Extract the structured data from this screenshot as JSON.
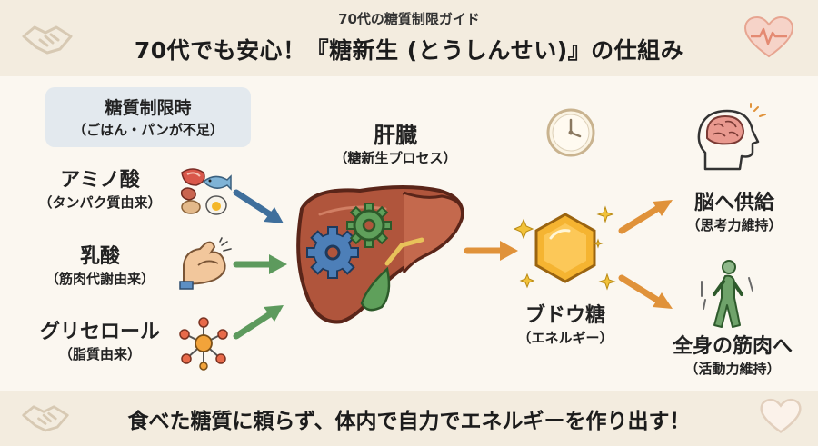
{
  "header": {
    "subtitle": "70代の糖質制限ガイド",
    "title": "70代でも安心！『糖新生 (とうしんせい)』の仕組み"
  },
  "condition": {
    "title": "糖質制限時",
    "detail": "（ごはん・パンが不足）"
  },
  "sources": [
    {
      "name": "アミノ酸",
      "origin": "（タンパク質由来）"
    },
    {
      "name": "乳酸",
      "origin": "（筋肉代謝由来）"
    },
    {
      "name": "グリセロール",
      "origin": "（脂質由来）"
    }
  ],
  "liver": {
    "name": "肝臓",
    "process": "（糖新生プロセス）"
  },
  "glucose": {
    "name": "ブドウ糖",
    "role": "（エネルギー）"
  },
  "targets": [
    {
      "name": "脳へ供給",
      "role": "（思考力維持）"
    },
    {
      "name": "全身の筋肉へ",
      "role": "（活動力維持）"
    }
  ],
  "footer": {
    "message": "食べた糖質に頼らず、体内で自力でエネルギーを作り出す！"
  },
  "colors": {
    "arrow_blue": "#3f6f9c",
    "arrow_green": "#5d9a5d",
    "arrow_orange": "#e0923a",
    "liver": "#b0553c",
    "glucose": "#f5b431"
  },
  "icons": {
    "header_left": "handshake-icon",
    "header_right": "heart-pulse-icon",
    "footer_left": "handshake-icon",
    "footer_right": "heart-icon",
    "amino": "protein-foods-icon",
    "lactate": "flexed-arm-icon",
    "glycerol": "molecule-icon",
    "clock": "clock-icon",
    "brain": "brain-head-icon",
    "walker": "walking-person-icon"
  }
}
